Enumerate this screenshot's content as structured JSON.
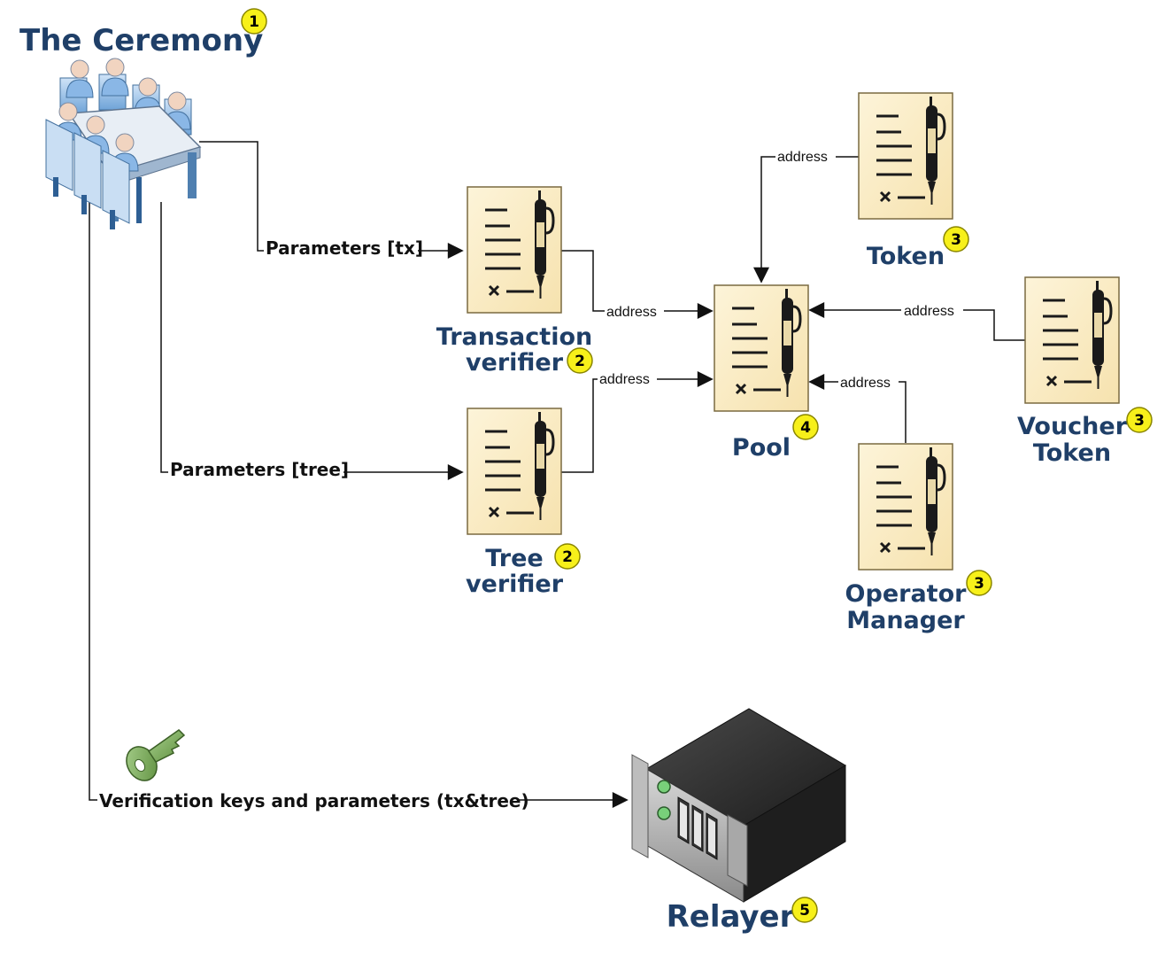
{
  "colors": {
    "title": "#1f3f68",
    "badge_fill": "#f7f01a",
    "contract_bg": "#fbefcc",
    "pen": "#1a1a1a"
  },
  "nodes": {
    "ceremony": {
      "title": "The Ceremony",
      "badge": "1",
      "icon": "meeting-people-icon"
    },
    "transaction_verifier": {
      "title_line1": "Transaction",
      "title_line2": "verifier",
      "badge": "2",
      "icon": "contract-icon"
    },
    "tree_verifier": {
      "title_line1": "Tree",
      "title_line2": "verifier",
      "badge": "2",
      "icon": "contract-icon"
    },
    "pool": {
      "title": "Pool",
      "badge": "4",
      "icon": "contract-icon"
    },
    "token": {
      "title": "Token",
      "badge": "3",
      "icon": "contract-icon"
    },
    "voucher_token": {
      "title_line1": "Voucher",
      "title_line2": "Token",
      "badge": "3",
      "icon": "contract-icon"
    },
    "operator_manager": {
      "title_line1": "Operator",
      "title_line2": "Manager",
      "badge": "3",
      "icon": "contract-icon"
    },
    "relayer": {
      "title": "Relayer",
      "badge": "5",
      "icon": "server-icon"
    }
  },
  "edges": {
    "params_tx": "Parameters [tx]",
    "params_tree": "Parameters [tree]",
    "verification_keys": "Verification keys and parameters (tx&tree)",
    "address": "address"
  },
  "key_icon": "key-icon"
}
